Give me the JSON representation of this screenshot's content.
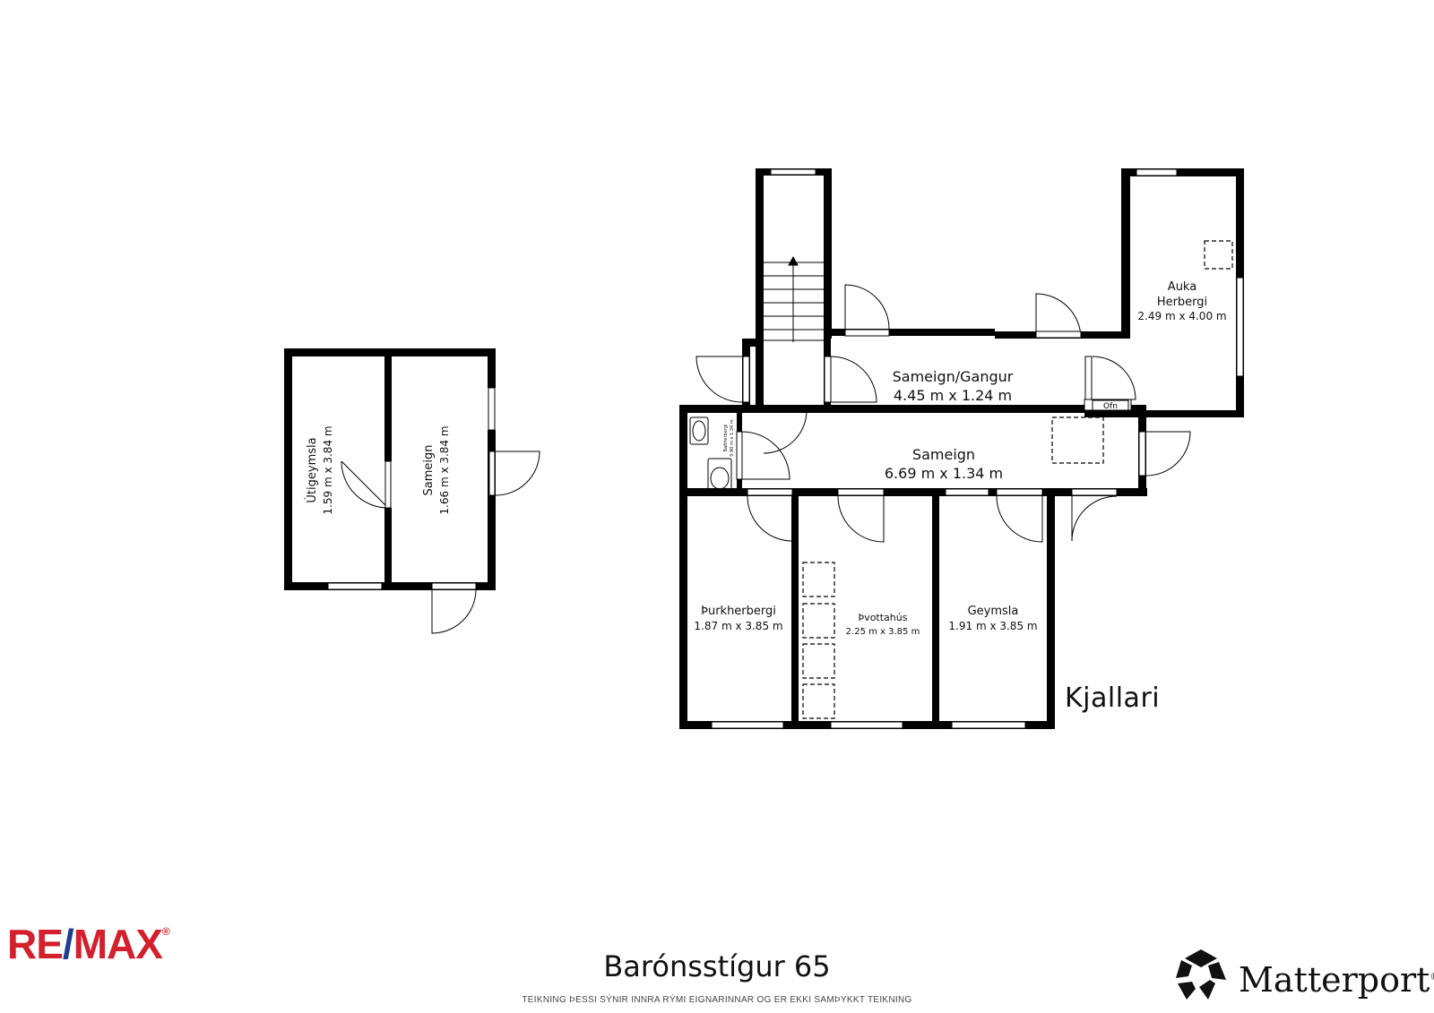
{
  "floor_label": "Kjallari",
  "address": "Barónsstígur 65",
  "disclaimer": "TEIKNING ÞESSI SÝNIR INNRA RÝMI EIGNARINNAR OG ER EKKI SAMÞYKKT TEIKNING",
  "logos": {
    "remax_left": "RE",
    "remax_slash": "/",
    "remax_right": "MAX",
    "remax_mark": "®",
    "matterport": "Matterport",
    "matterport_mark": "®"
  },
  "rooms": {
    "utigeymsla": {
      "name": "Útigeymsla",
      "dims": "1.59 m x 3.84 m"
    },
    "sameign_small": {
      "name": "Sameign",
      "dims": "1.66 m x 3.84 m"
    },
    "sameign_gangur": {
      "name": "Sameign/Gangur",
      "dims": "4.45 m x 1.24 m"
    },
    "auka_herbergi": {
      "name_line1": "Auka",
      "name_line2": "Herbergi",
      "dims": "2.49 m x 4.00 m"
    },
    "sameign_main": {
      "name": "Sameign",
      "dims": "6.69 m x 1.34 m"
    },
    "badherbergi": {
      "name": "Baðherbergi",
      "dims": "0.90 m x 1.34 m"
    },
    "thurkherbergi": {
      "name": "Þurkherbergi",
      "dims": "1.87 m x 3.85 m"
    },
    "thvottahus": {
      "name": "Þvottahús",
      "dims": "2.25 m x 3.85 m"
    },
    "geymsla": {
      "name": "Geymsla",
      "dims": "1.91 m x 3.85 m"
    }
  },
  "fixtures": {
    "ofn": "Ofn"
  }
}
